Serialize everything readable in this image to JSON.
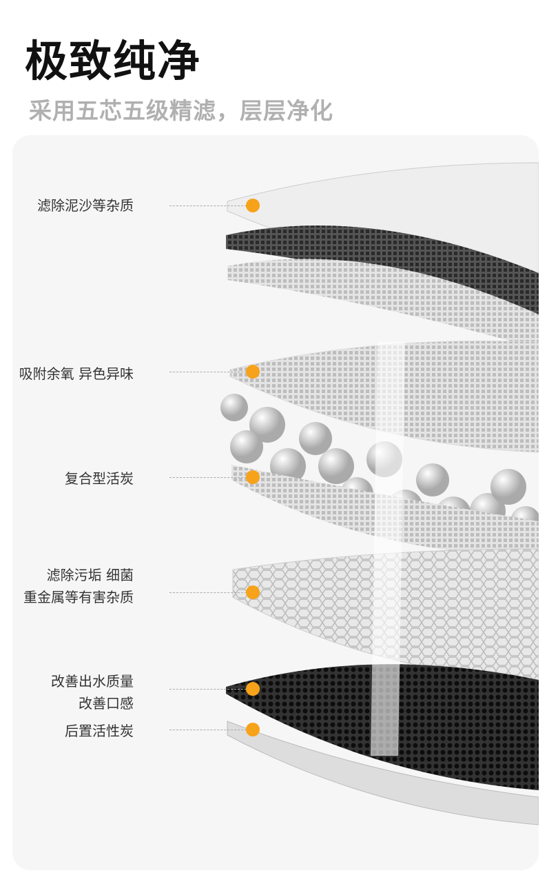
{
  "header": {
    "title": "极致纯净",
    "subtitle": "采用五芯五级精滤，层层净化"
  },
  "accent_color": "#f7a21b",
  "layers": [
    {
      "label": "滤除泥沙等杂质"
    },
    {
      "label": "吸附余氧 异色异味"
    },
    {
      "label": "复合型活炭"
    },
    {
      "label_line1": "滤除污垢 细菌",
      "label_line2": "重金属等有害杂质"
    },
    {
      "label_line1": "改善出水质量",
      "label_line2": "改善口感"
    },
    {
      "label": "后置活性炭"
    }
  ]
}
